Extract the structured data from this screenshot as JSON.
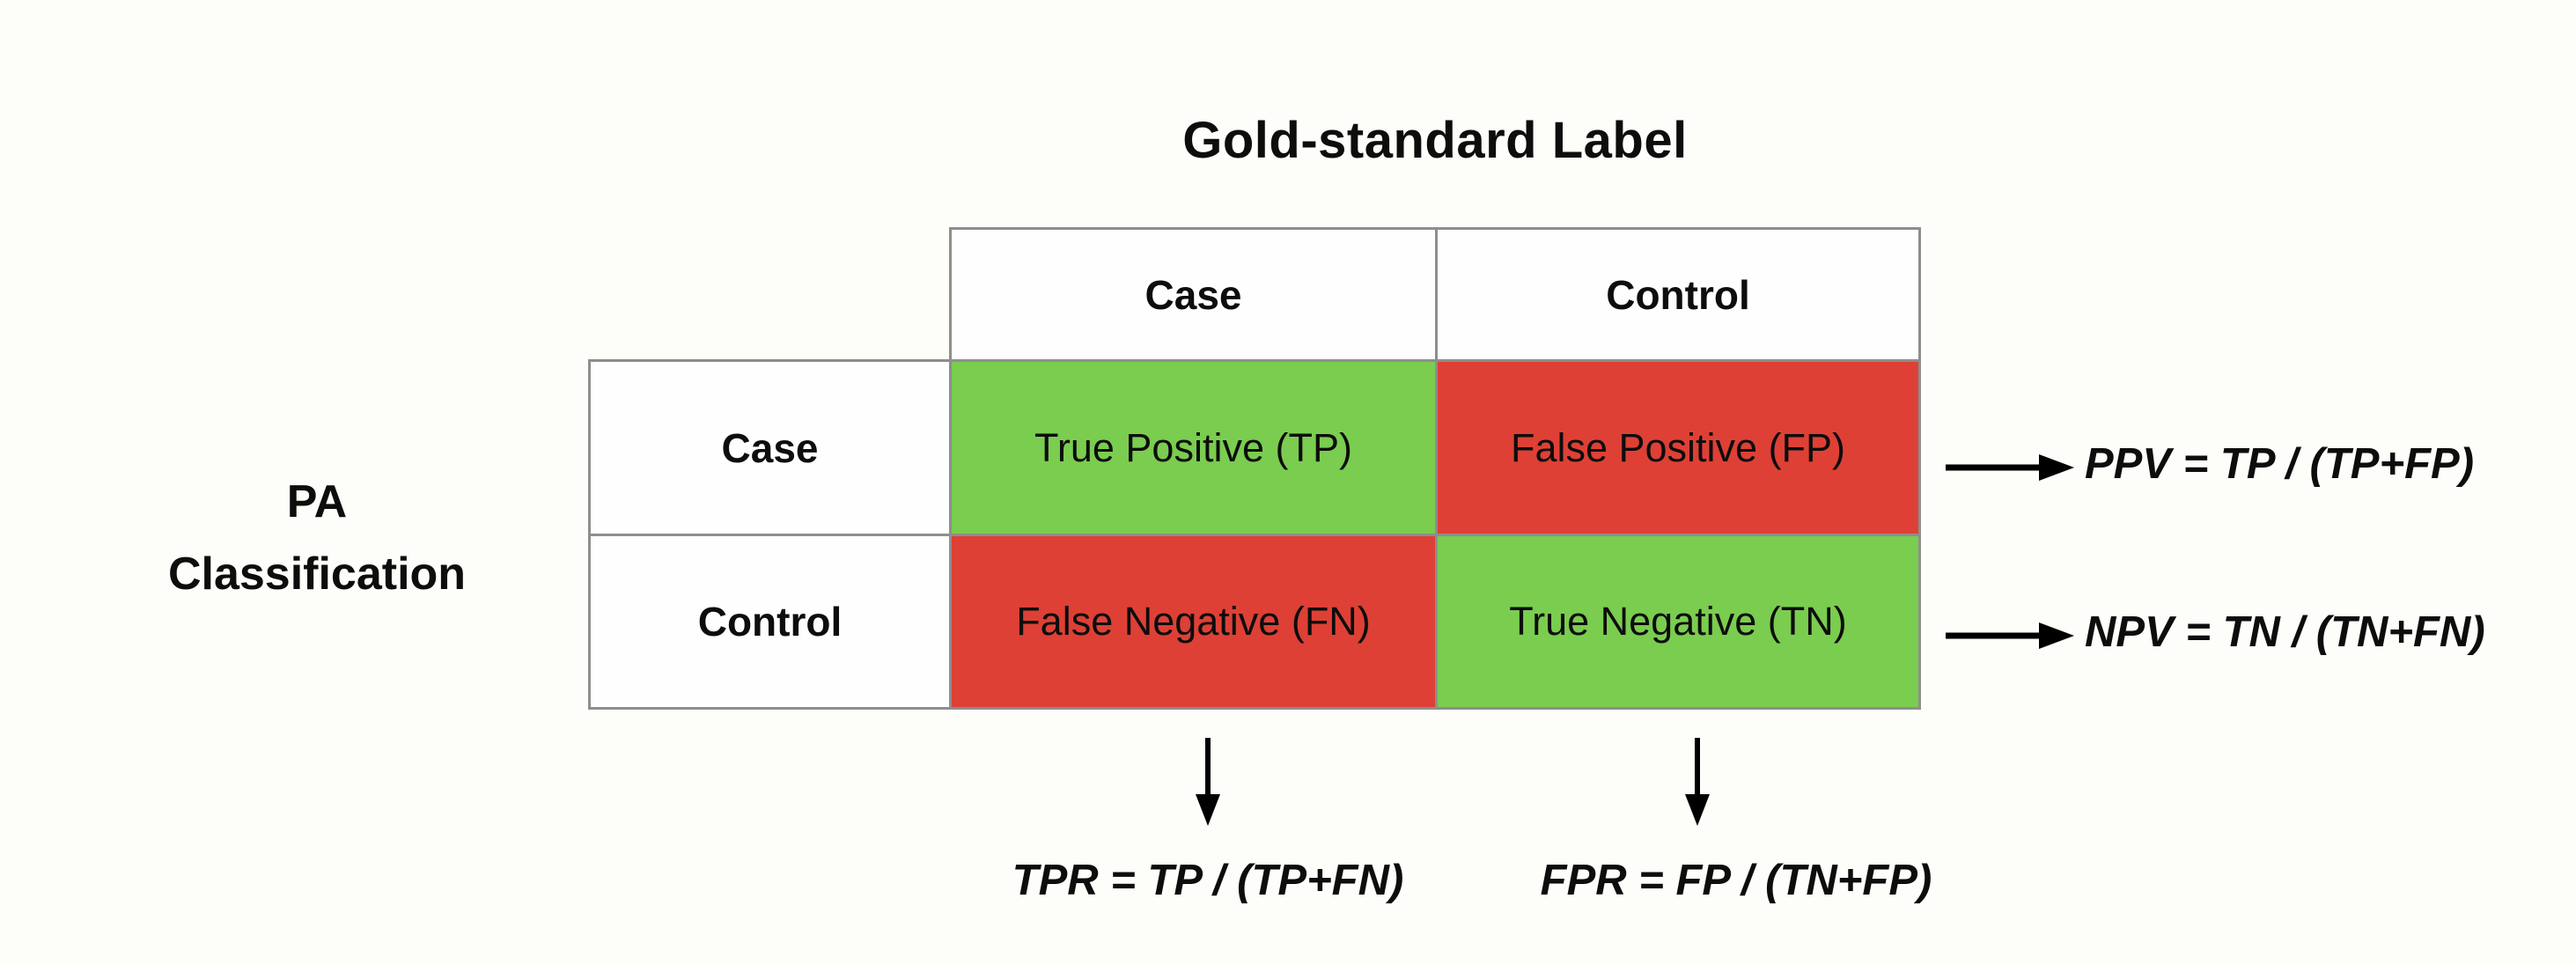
{
  "colors": {
    "cell_green": "#7acd4f",
    "cell_red": "#de4035",
    "border_gray": "#8e8e8e",
    "background": "#fdfdf9",
    "text": "#0d0d0d"
  },
  "icons": {
    "right_arrow": "arrow-right-icon",
    "down_arrow": "arrow-down-icon"
  },
  "diagram": {
    "column_axis_title": "Gold-standard Label",
    "row_axis_title_line1": "PA",
    "row_axis_title_line2": "Classification",
    "column_headers": [
      "Case",
      "Control"
    ],
    "row_headers": [
      "Case",
      "Control"
    ],
    "matrix_cells": [
      {
        "id": "TP",
        "label": "True Positive (TP)",
        "tone": "green",
        "row": "Case",
        "column": "Case"
      },
      {
        "id": "FP",
        "label": "False Positive (FP)",
        "tone": "red",
        "row": "Case",
        "column": "Control"
      },
      {
        "id": "FN",
        "label": "False Negative (FN)",
        "tone": "red",
        "row": "Control",
        "column": "Case"
      },
      {
        "id": "TN",
        "label": "True Negative (TN)",
        "tone": "green",
        "row": "Control",
        "column": "Control"
      }
    ],
    "right_formulas": [
      {
        "label": "PPV = TP / (TP+FP)"
      },
      {
        "label": "NPV = TN / (TN+FN)"
      }
    ],
    "bottom_formulas": [
      {
        "label": "TPR = TP / (TP+FN)"
      },
      {
        "label": "FPR = FP / (TN+FP)"
      }
    ]
  }
}
